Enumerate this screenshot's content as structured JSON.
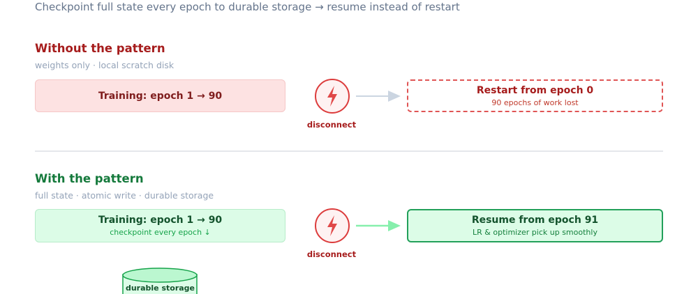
{
  "subtitle": "Checkpoint full state every epoch to durable storage → resume instead of restart",
  "without": {
    "title": "Without the pattern",
    "subtitle": "weights only · local scratch disk",
    "training_label": "Training: epoch 1 → 90",
    "event_label": "disconnect",
    "outcome_title": "Restart from epoch 0",
    "outcome_note": "90 epochs of work lost"
  },
  "with": {
    "title": "With the pattern",
    "subtitle": "full state · atomic write · durable storage",
    "training_label": "Training: epoch 1 → 90",
    "training_note": "checkpoint every epoch ↓",
    "event_label": "disconnect",
    "outcome_title": "Resume from epoch 91",
    "outcome_note": "LR & optimizer pick up smoothly",
    "storage_label": "durable storage"
  },
  "colors": {
    "bad": "#dc2626",
    "good": "#16a34a",
    "neutral_arrow": "#cbd5e1",
    "good_arrow": "#86efac"
  },
  "icons": [
    "lightning-bolt-icon",
    "lightning-bolt-icon",
    "database-cylinder-icon"
  ]
}
